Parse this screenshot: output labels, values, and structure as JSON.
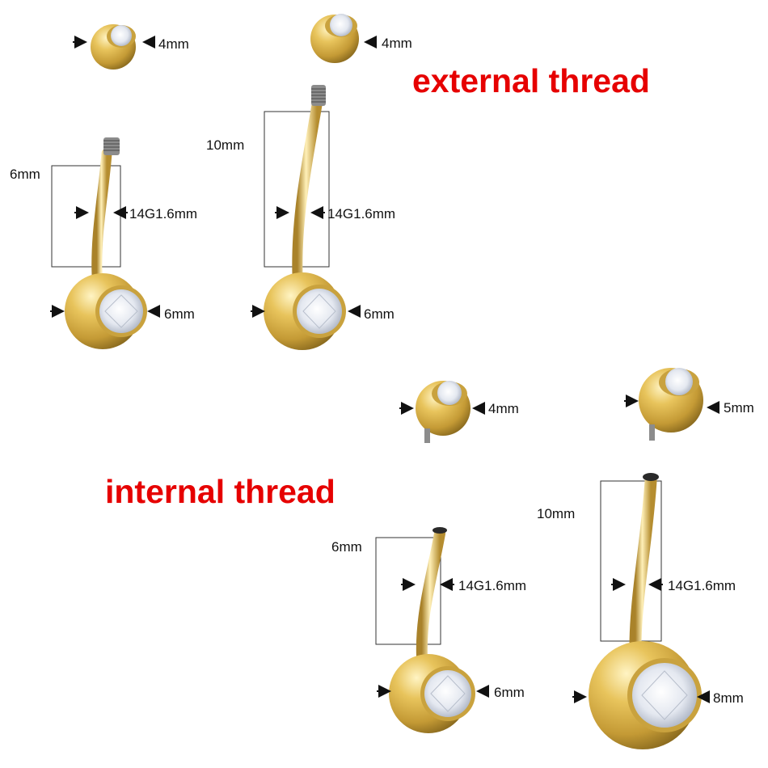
{
  "headings": {
    "external": "external thread",
    "internal": "internal thread"
  },
  "colors": {
    "heading": "#e60000",
    "gold": "#d9b44a",
    "gold_dark": "#a9822a",
    "gold_light": "#fff0b8",
    "thread": "#8c8c8c",
    "crystal": "#f2f4f8",
    "line": "#222222"
  },
  "items": {
    "ext_small_ball": {
      "diameter": "4mm"
    },
    "ext_small_ball_2": {
      "diameter": "4mm"
    },
    "ext_short": {
      "length": "6mm",
      "gauge": "14G1.6mm",
      "ball": "6mm"
    },
    "ext_long": {
      "length": "10mm",
      "gauge": "14G1.6mm",
      "ball": "6mm"
    },
    "int_small_ball": {
      "diameter": "4mm"
    },
    "int_small_ball_2": {
      "diameter": "5mm"
    },
    "int_short": {
      "length": "6mm",
      "gauge": "14G1.6mm",
      "ball": "6mm"
    },
    "int_long": {
      "length": "10mm",
      "gauge": "14G1.6mm",
      "ball": "8mm"
    }
  }
}
